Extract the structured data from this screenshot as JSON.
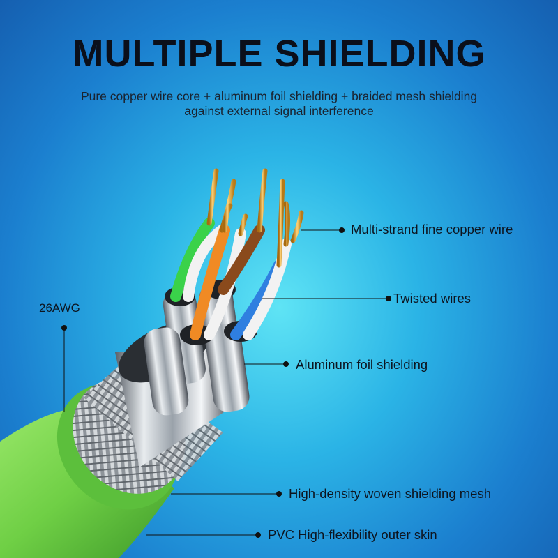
{
  "title": "MULTIPLE SHIELDING",
  "subtitle": "Pure copper wire core + aluminum foil shielding + braided mesh shielding against external signal interference",
  "labels": {
    "copper": "Multi-strand fine copper wire",
    "twisted": "Twisted wires",
    "foil": "Aluminum foil shielding",
    "mesh": "High-density woven shielding mesh",
    "skin": "PVC High-flexibility outer skin",
    "awg": "26AWG"
  },
  "colors": {
    "background": "#2bb4e6",
    "jacket": "#7ed957",
    "copper": "#d9a43a",
    "green_wire": "#3ad24a",
    "orange_wire": "#f08a24",
    "brown_wire": "#8a4a1c",
    "blue_wire": "#2f7fe0"
  }
}
